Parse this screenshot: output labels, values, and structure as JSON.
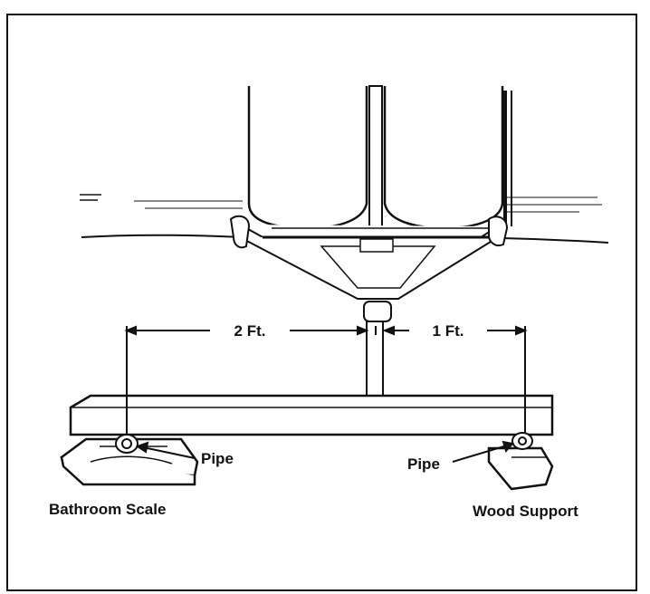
{
  "figure": {
    "dimension_left": "2 Ft.",
    "dimension_right": "1 Ft.",
    "pipe_left": "Pipe",
    "pipe_right": "Pipe",
    "caption_left": "Bathroom Scale",
    "caption_right": "Wood Support"
  },
  "colors": {
    "ink": "#111111",
    "paper": "#ffffff"
  }
}
